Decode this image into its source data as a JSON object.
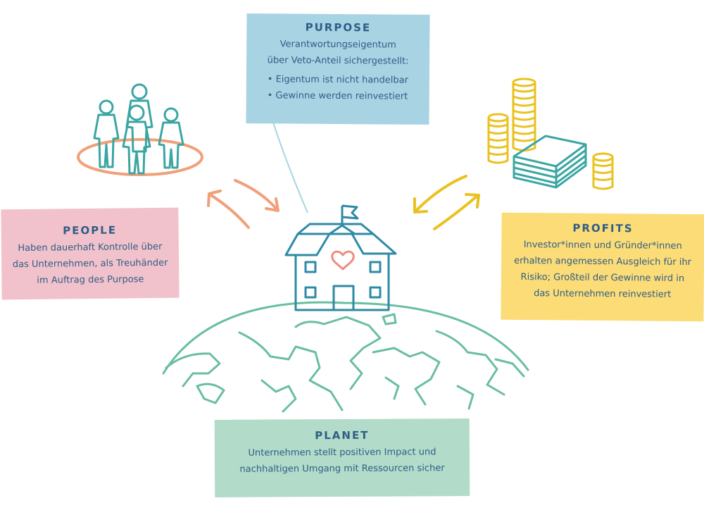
{
  "purpose": {
    "title": "PURPOSE",
    "line1": "Verantwortungseigentum",
    "line2": "über Veto-Anteil sichergestellt:",
    "bullets": [
      "Eigentum ist nicht handelbar",
      "Gewinne werden reinvestiert"
    ]
  },
  "people": {
    "title": "PEOPLE",
    "lines": [
      "Haben dauerhaft Kontrolle über",
      "das Unternehmen, als Treuhänder",
      "im Auftrag des Purpose"
    ]
  },
  "profits": {
    "title": "PROFITS",
    "lines": [
      "Investor*innen und Gründer*innen",
      "erhalten angemessen Ausgleich für ihr",
      "Risiko; Großteil der Gewinne wird in",
      "das Unternehmen reinvestiert"
    ]
  },
  "planet": {
    "title": "PLANET",
    "lines": [
      "Unternehmen stellt positiven Impact und",
      "nachhaltigen Umgang mit Ressourcen sicher"
    ]
  },
  "colors": {
    "people_card": "#f1c2cb",
    "purpose_card": "#a8d3e3",
    "profits_card": "#fbdc77",
    "planet_card": "#b2dbc9",
    "text": "#2f5d86",
    "figures": "#3aa6a2",
    "people_ring": "#f0a07a",
    "coins": "#eac21f",
    "house": "#2e8aa6",
    "heart": "#ef8b7e",
    "globe": "#69bea2"
  }
}
